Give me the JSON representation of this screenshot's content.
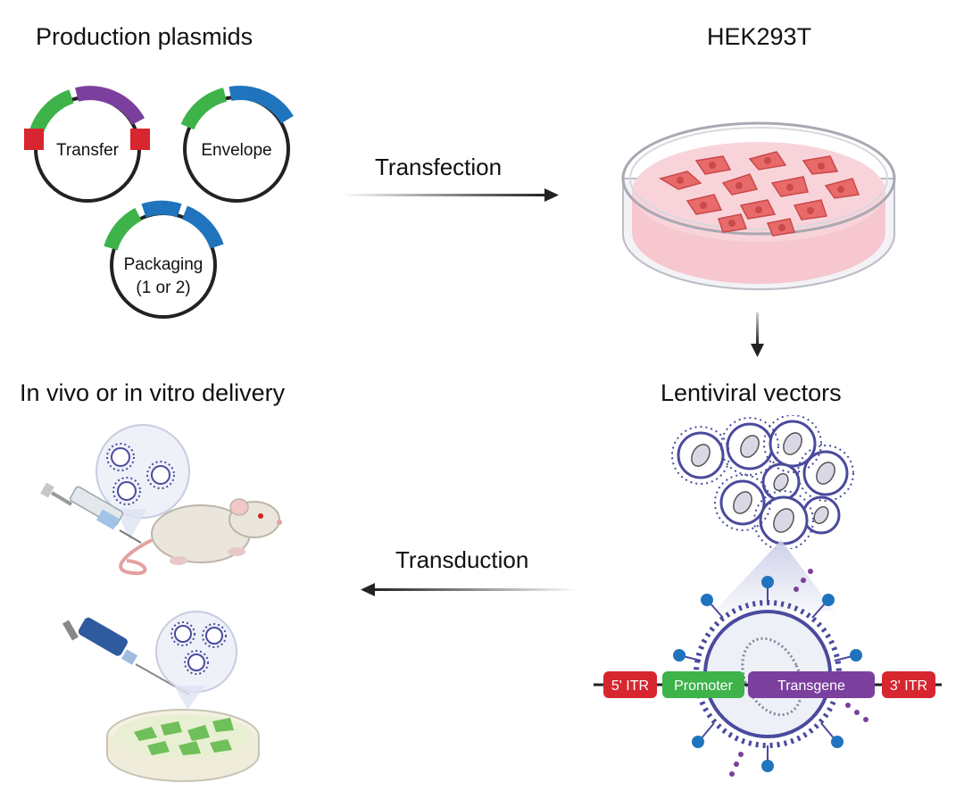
{
  "headings": {
    "production": "Production plasmids",
    "cell_line": "HEK293T",
    "delivery": "In vivo or in vitro delivery",
    "vectors": "Lentiviral vectors"
  },
  "steps": {
    "transfection": "Transfection",
    "transduction": "Transduction"
  },
  "plasmids": {
    "transfer": "Transfer",
    "envelope": "Envelope",
    "packaging_line1": "Packaging",
    "packaging_line2": "(1 or 2)"
  },
  "construct": {
    "itr5": "5' ITR",
    "promoter": "Promoter",
    "transgene": "Transgene",
    "itr3": "3' ITR"
  },
  "colors": {
    "green": "#3db34a",
    "purple": "#7b3f9e",
    "blue": "#1f74bd",
    "red": "#d7262f",
    "virus": "#4a4a9e",
    "dish_pink": "#f6c7cf",
    "cell_red": "#e86a6a",
    "cell_green": "#6fbf5a"
  }
}
